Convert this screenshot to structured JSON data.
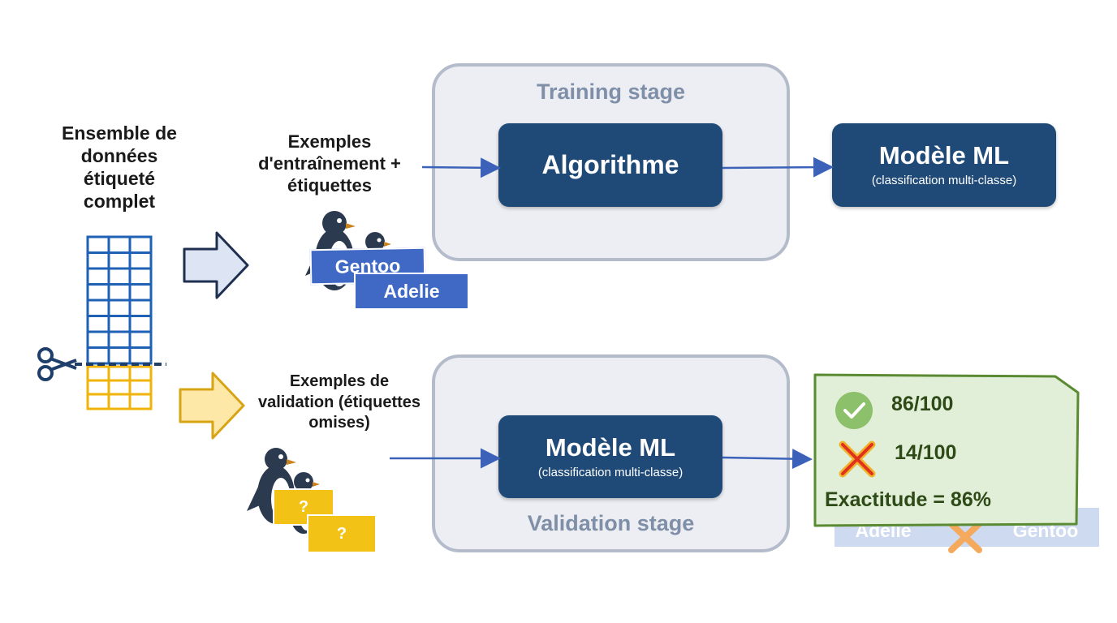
{
  "dataset": {
    "label": "Ensemble de données étiqueté complet",
    "colors": {
      "train": "#1f62b5",
      "validation": "#f0b30a"
    }
  },
  "training": {
    "examples_label": "Exemples d'entraînement + étiquettes",
    "stage_title": "Training stage",
    "algorithm_label": "Algorithme",
    "tags": [
      "Gentoo",
      "Adelie"
    ]
  },
  "output_model": {
    "title": "Modèle ML",
    "subtitle": "(classification multi-classe)"
  },
  "validation": {
    "examples_label": "Exemples de validation (étiquettes omises)",
    "stage_title": "Validation stage",
    "model_title": "Modèle ML",
    "model_subtitle": "(classification multi-classe)",
    "tags": [
      "?",
      "?"
    ]
  },
  "results": {
    "correct": "86/100",
    "incorrect": "14/100",
    "accuracy": "Exactitude = 86%",
    "faded_tags": [
      "Adelie",
      "Gentoo"
    ],
    "colors": {
      "panel": "#e2efd8",
      "border": "#5a8a32",
      "text": "#2d4a17",
      "check": "#8cc06a",
      "cross": "#e0301e"
    }
  },
  "icons": [
    "scissors-icon",
    "check-icon",
    "cross-icon",
    "penguin-icon"
  ]
}
